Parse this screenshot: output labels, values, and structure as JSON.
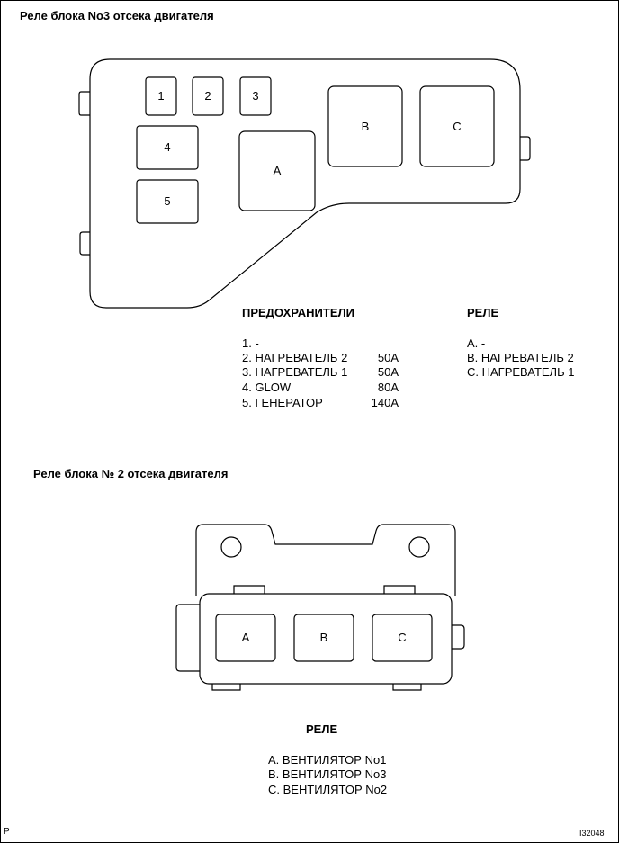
{
  "block3": {
    "title": "Реле блока No3 отсека двигателя",
    "slot_labels": {
      "s1": "1",
      "s2": "2",
      "s3": "3",
      "s4": "4",
      "s5": "5",
      "A": "A",
      "B": "B",
      "C": "C"
    },
    "fuses_heading": "ПРЕДОХРАНИТЕЛИ",
    "fuses": [
      {
        "label": "1. -",
        "amp": ""
      },
      {
        "label": "2. НАГРЕВАТЕЛЬ 2",
        "amp": "50A"
      },
      {
        "label": "3. НАГРЕВАТЕЛЬ 1",
        "amp": "50A"
      },
      {
        "label": "4. GLOW",
        "amp": "80A"
      },
      {
        "label": "5. ГЕНЕРАТОР",
        "amp": "140A"
      }
    ],
    "relays_heading": "РЕЛЕ",
    "relays": [
      "A. -",
      "B. НАГРЕВАТЕЛЬ 2",
      "C. НАГРЕВАТЕЛЬ 1"
    ]
  },
  "block2": {
    "title": "Реле блока № 2 отсека двигателя",
    "slot_labels": {
      "A": "A",
      "B": "B",
      "C": "C"
    },
    "relays_heading": "РЕЛЕ",
    "relays": [
      "A. ВЕНТИЛЯТОР No1",
      "B. ВЕНТИЛЯТОР No3",
      "C. ВЕНТИЛЯТОР No2"
    ]
  },
  "footer": {
    "left_mark": "P",
    "figure_id": "I32048"
  }
}
